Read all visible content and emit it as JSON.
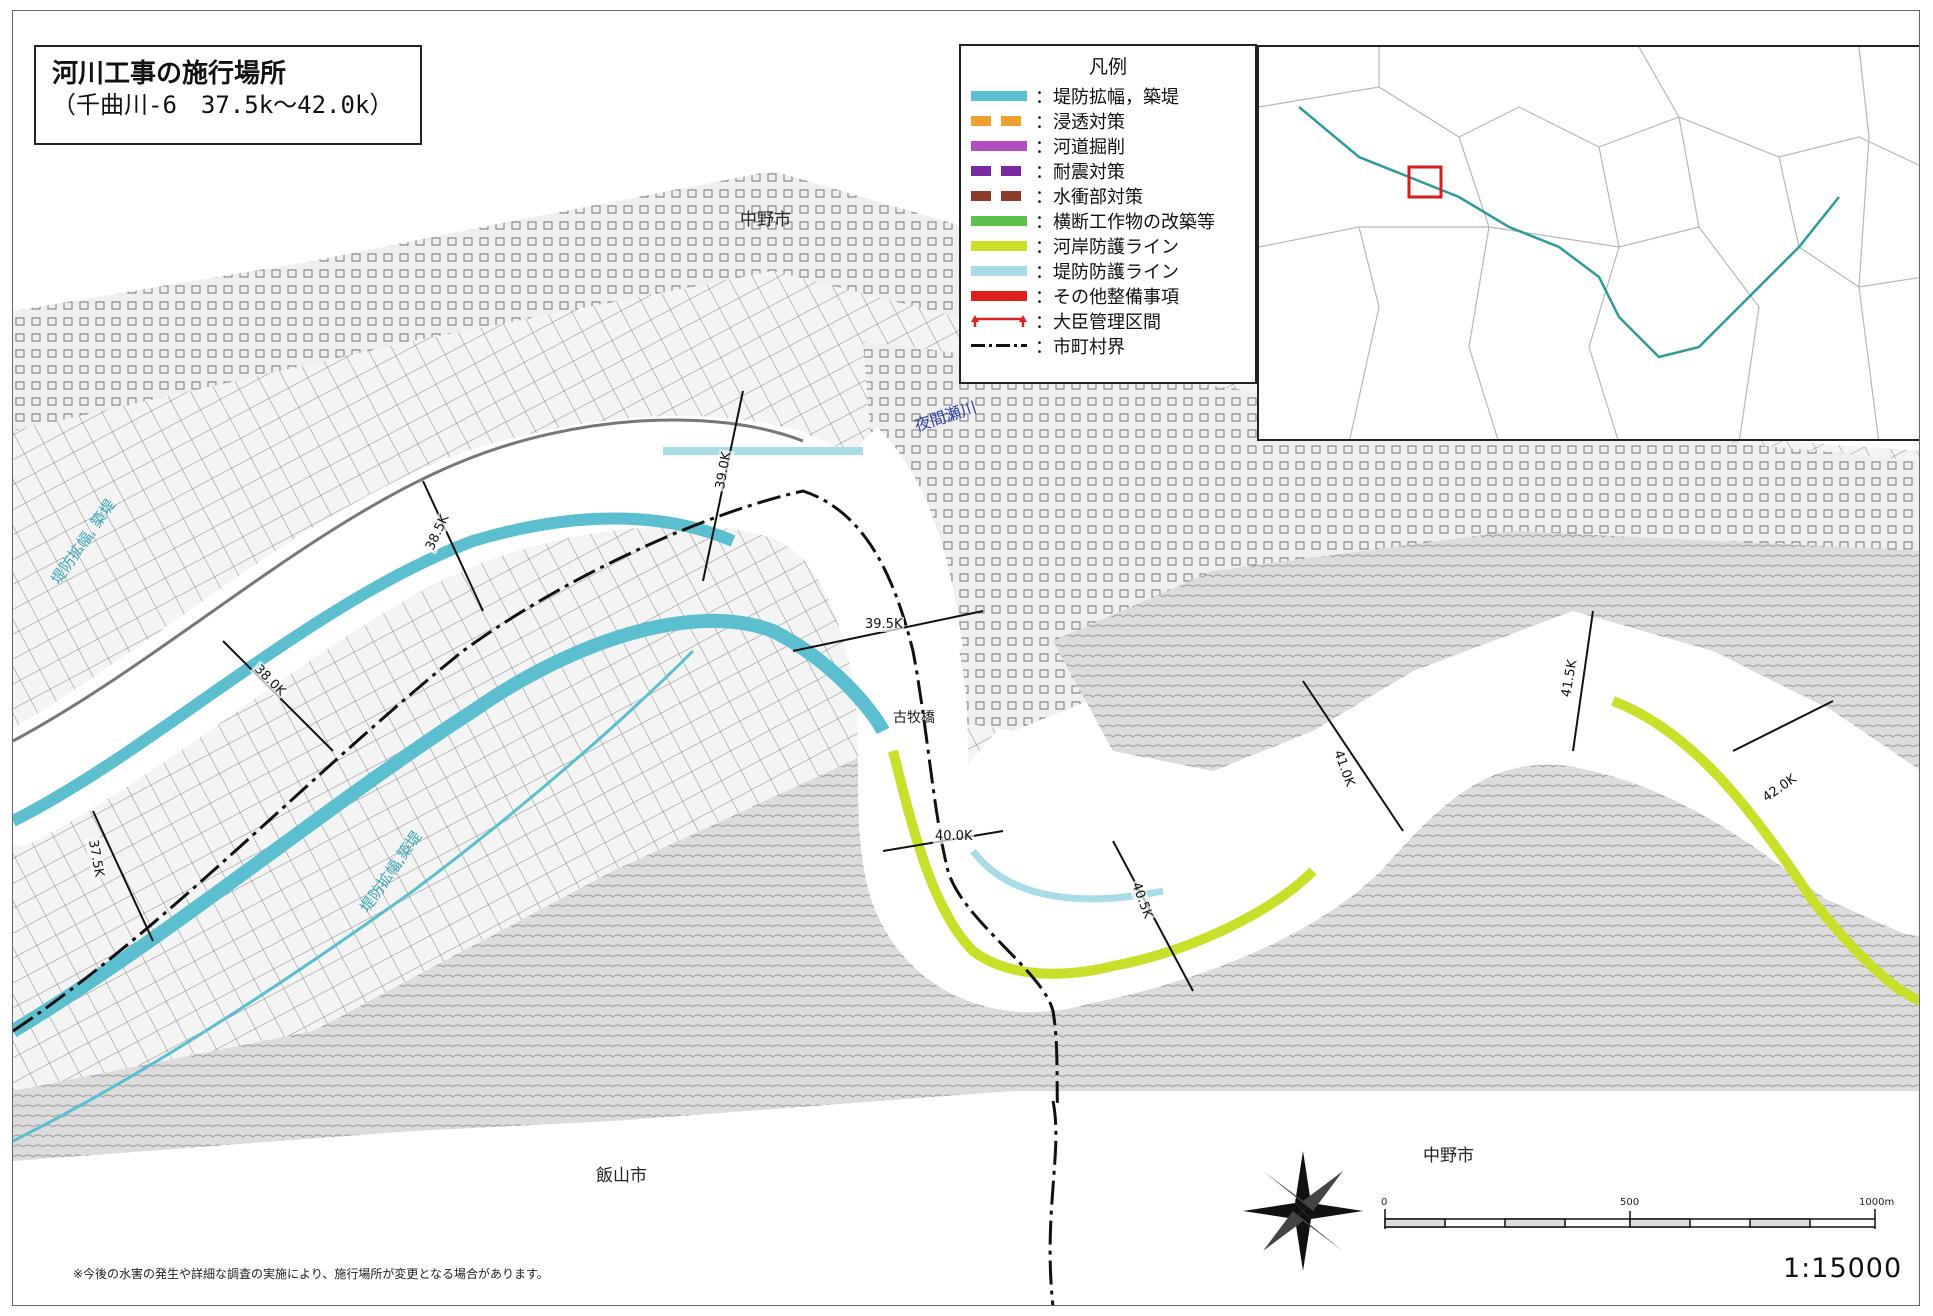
{
  "title": {
    "main": "河川工事の施行場所",
    "sub": "（千曲川-6　37.5k～42.0k）"
  },
  "legend": {
    "title": "凡例",
    "items": [
      {
        "label": "：堤防拡幅，築堤",
        "color": "#5bbfcf",
        "style": "solid"
      },
      {
        "label": "：浸透対策",
        "color": "#f0a030",
        "style": "dashed"
      },
      {
        "label": "：河道掘削",
        "color": "#b050c0",
        "style": "solid"
      },
      {
        "label": "：耐震対策",
        "color": "#7a2aa0",
        "style": "dashed"
      },
      {
        "label": "：水衝部対策",
        "color": "#8b3a2a",
        "style": "dashed"
      },
      {
        "label": "：横断工作物の改築等",
        "color": "#5cc24a",
        "style": "solid"
      },
      {
        "label": "：河岸防護ライン",
        "color": "#c9e02a",
        "style": "solid"
      },
      {
        "label": "：堤防防護ライン",
        "color": "#a8dce6",
        "style": "solid"
      },
      {
        "label": "：その他整備事項",
        "color": "#e02020",
        "style": "solid"
      },
      {
        "label": "：大臣管理区間",
        "color": "#e02020",
        "style": "arrows"
      },
      {
        "label": "：市町村界",
        "color": "#111111",
        "style": "dashdot"
      }
    ]
  },
  "places": {
    "nakano_top": "中野市",
    "iiyama": "飯山市",
    "nakano_bottom": "中野市",
    "bridge": "古牧橋",
    "tributary": "夜間瀬川"
  },
  "distance_markers": [
    "37.5K",
    "38.0K",
    "38.5K",
    "39.0K",
    "39.5K",
    "40.0K",
    "40.5K",
    "41.0K",
    "41.5K",
    "42.0K"
  ],
  "annotations": {
    "works_1": "堤防拡幅, 築堤",
    "works_2": "堤防拡幅,築堤"
  },
  "scale": {
    "ratio": "1:15000",
    "ticks": [
      "0",
      "500",
      "1000m"
    ]
  },
  "note": "※今後の水害の発生や詳細な調査の実施により、施行場所が変更となる場合があります。",
  "colors": {
    "river_work": "#5bbfcf",
    "bank_protection": "#c9e02a",
    "levee_protection": "#a8dce6",
    "boundary": "#111111",
    "terrain": "#8a8a8a"
  }
}
